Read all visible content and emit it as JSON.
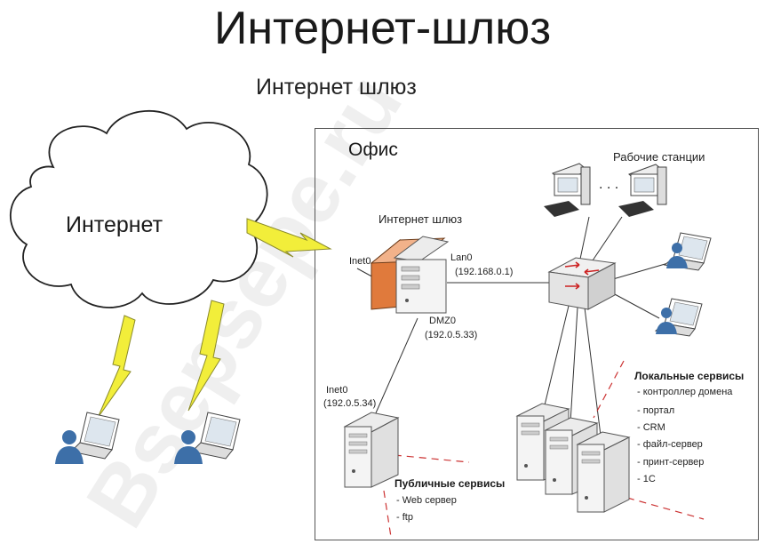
{
  "title": "Интернет-шлюз",
  "subtitle": "Интернет шлюз",
  "internet_label": "Интернет",
  "office_label": "Офис",
  "gateway": {
    "label": "Интернет шлюз",
    "inet_port": "Inet0",
    "lan_port": "Lan0",
    "lan_ip": "(192.168.0.1)",
    "dmz_port": "DMZ0",
    "dmz_ip": "(192.0.5.33)"
  },
  "workstations_label": "Рабочие станции",
  "workstations_dots": ". . .",
  "public_server": {
    "port": "Inet0",
    "ip": "(192.0.5.34)",
    "title": "Публичные сервисы",
    "items": [
      "- Web сервер",
      "- ftp"
    ]
  },
  "local_services": {
    "title": "Локальные сервисы",
    "items": [
      "- контроллер домена",
      "- портал",
      "- CRM",
      "- файл-сервер",
      "- принт-сервер",
      "- 1С"
    ]
  },
  "watermark": "Bsepsepe.ru",
  "colors": {
    "lightning": "#f2ee3a",
    "gateway_orange": "#e07a3c",
    "user_blue": "#3d6fa8",
    "dashed_red": "#cc3333"
  }
}
